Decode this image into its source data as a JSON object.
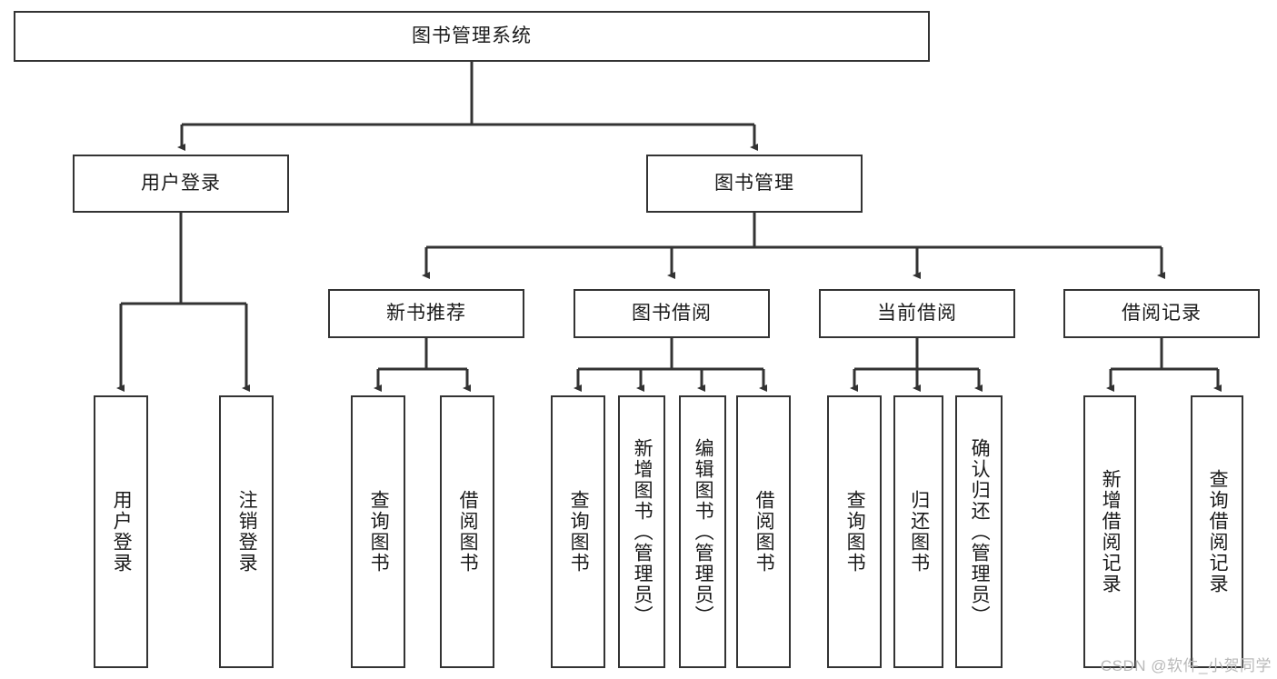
{
  "diagram": {
    "title": "图书管理系统",
    "type": "tree-hierarchy",
    "root": {
      "label": "图书管理系统"
    },
    "level2": [
      {
        "label": "用户登录"
      },
      {
        "label": "图书管理"
      }
    ],
    "level3": [
      {
        "label": "新书推荐"
      },
      {
        "label": "图书借阅"
      },
      {
        "label": "当前借阅"
      },
      {
        "label": "借阅记录"
      }
    ],
    "leaves": {
      "user_login": [
        {
          "label": "用户登录"
        },
        {
          "label": "注销登录"
        }
      ],
      "new_book_recommend": [
        {
          "label": "查询图书"
        },
        {
          "label": "借阅图书"
        }
      ],
      "book_borrow": [
        {
          "label": "查询图书"
        },
        {
          "label": "新增图书（管理员）"
        },
        {
          "label": "编辑图书（管理员）"
        },
        {
          "label": "借阅图书"
        }
      ],
      "current_borrow": [
        {
          "label": "查询图书"
        },
        {
          "label": "归还图书"
        },
        {
          "label": "确认归还（管理员）"
        }
      ],
      "borrow_record": [
        {
          "label": "新增借阅记录"
        },
        {
          "label": "查询借阅记录"
        }
      ]
    }
  },
  "watermark": {
    "text": "CSDN @软件_小贺同学"
  },
  "colors": {
    "stroke": "#333333",
    "text": "#1a1a1a",
    "background": "#ffffff",
    "watermark": "#b9b9b9"
  }
}
